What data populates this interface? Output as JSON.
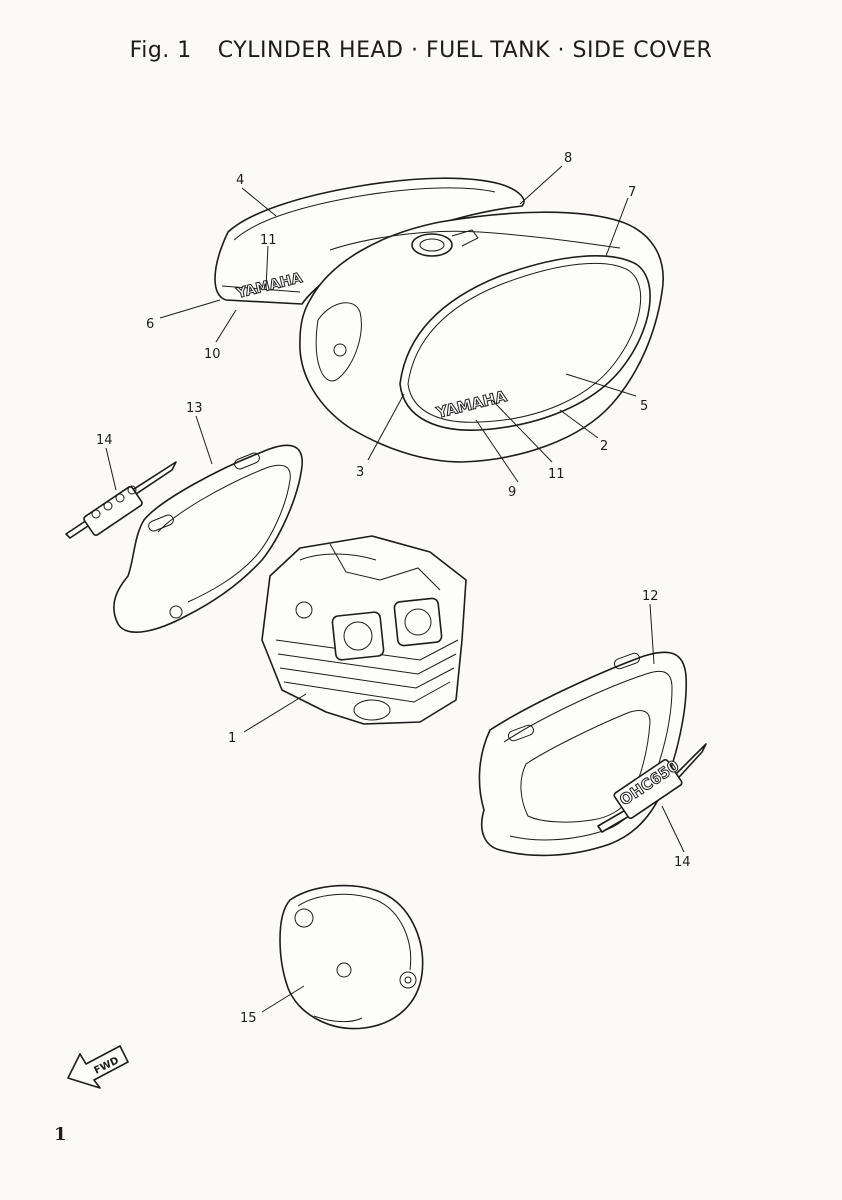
{
  "figure": {
    "number": "Fig. 1",
    "title": "CYLINDER HEAD · FUEL TANK · SIDE COVER"
  },
  "callouts": [
    {
      "id": "1",
      "label": "1"
    },
    {
      "id": "2",
      "label": "2"
    },
    {
      "id": "3",
      "label": "3"
    },
    {
      "id": "4",
      "label": "4"
    },
    {
      "id": "5",
      "label": "5"
    },
    {
      "id": "6",
      "label": "6"
    },
    {
      "id": "7",
      "label": "7"
    },
    {
      "id": "8",
      "label": "8"
    },
    {
      "id": "9",
      "label": "9"
    },
    {
      "id": "10",
      "label": "10"
    },
    {
      "id": "11a",
      "label": "11"
    },
    {
      "id": "11b",
      "label": "11"
    },
    {
      "id": "12",
      "label": "12"
    },
    {
      "id": "13",
      "label": "13"
    },
    {
      "id": "14a",
      "label": "14"
    },
    {
      "id": "14b",
      "label": "14"
    },
    {
      "id": "15",
      "label": "15"
    }
  ],
  "emblems": {
    "tank_brand": "YAMAHA",
    "knee_pad_brand": "YAMAHA",
    "side_emblem_main": "OHC650",
    "fwd_arrow": "FWD"
  },
  "page_number": "1"
}
